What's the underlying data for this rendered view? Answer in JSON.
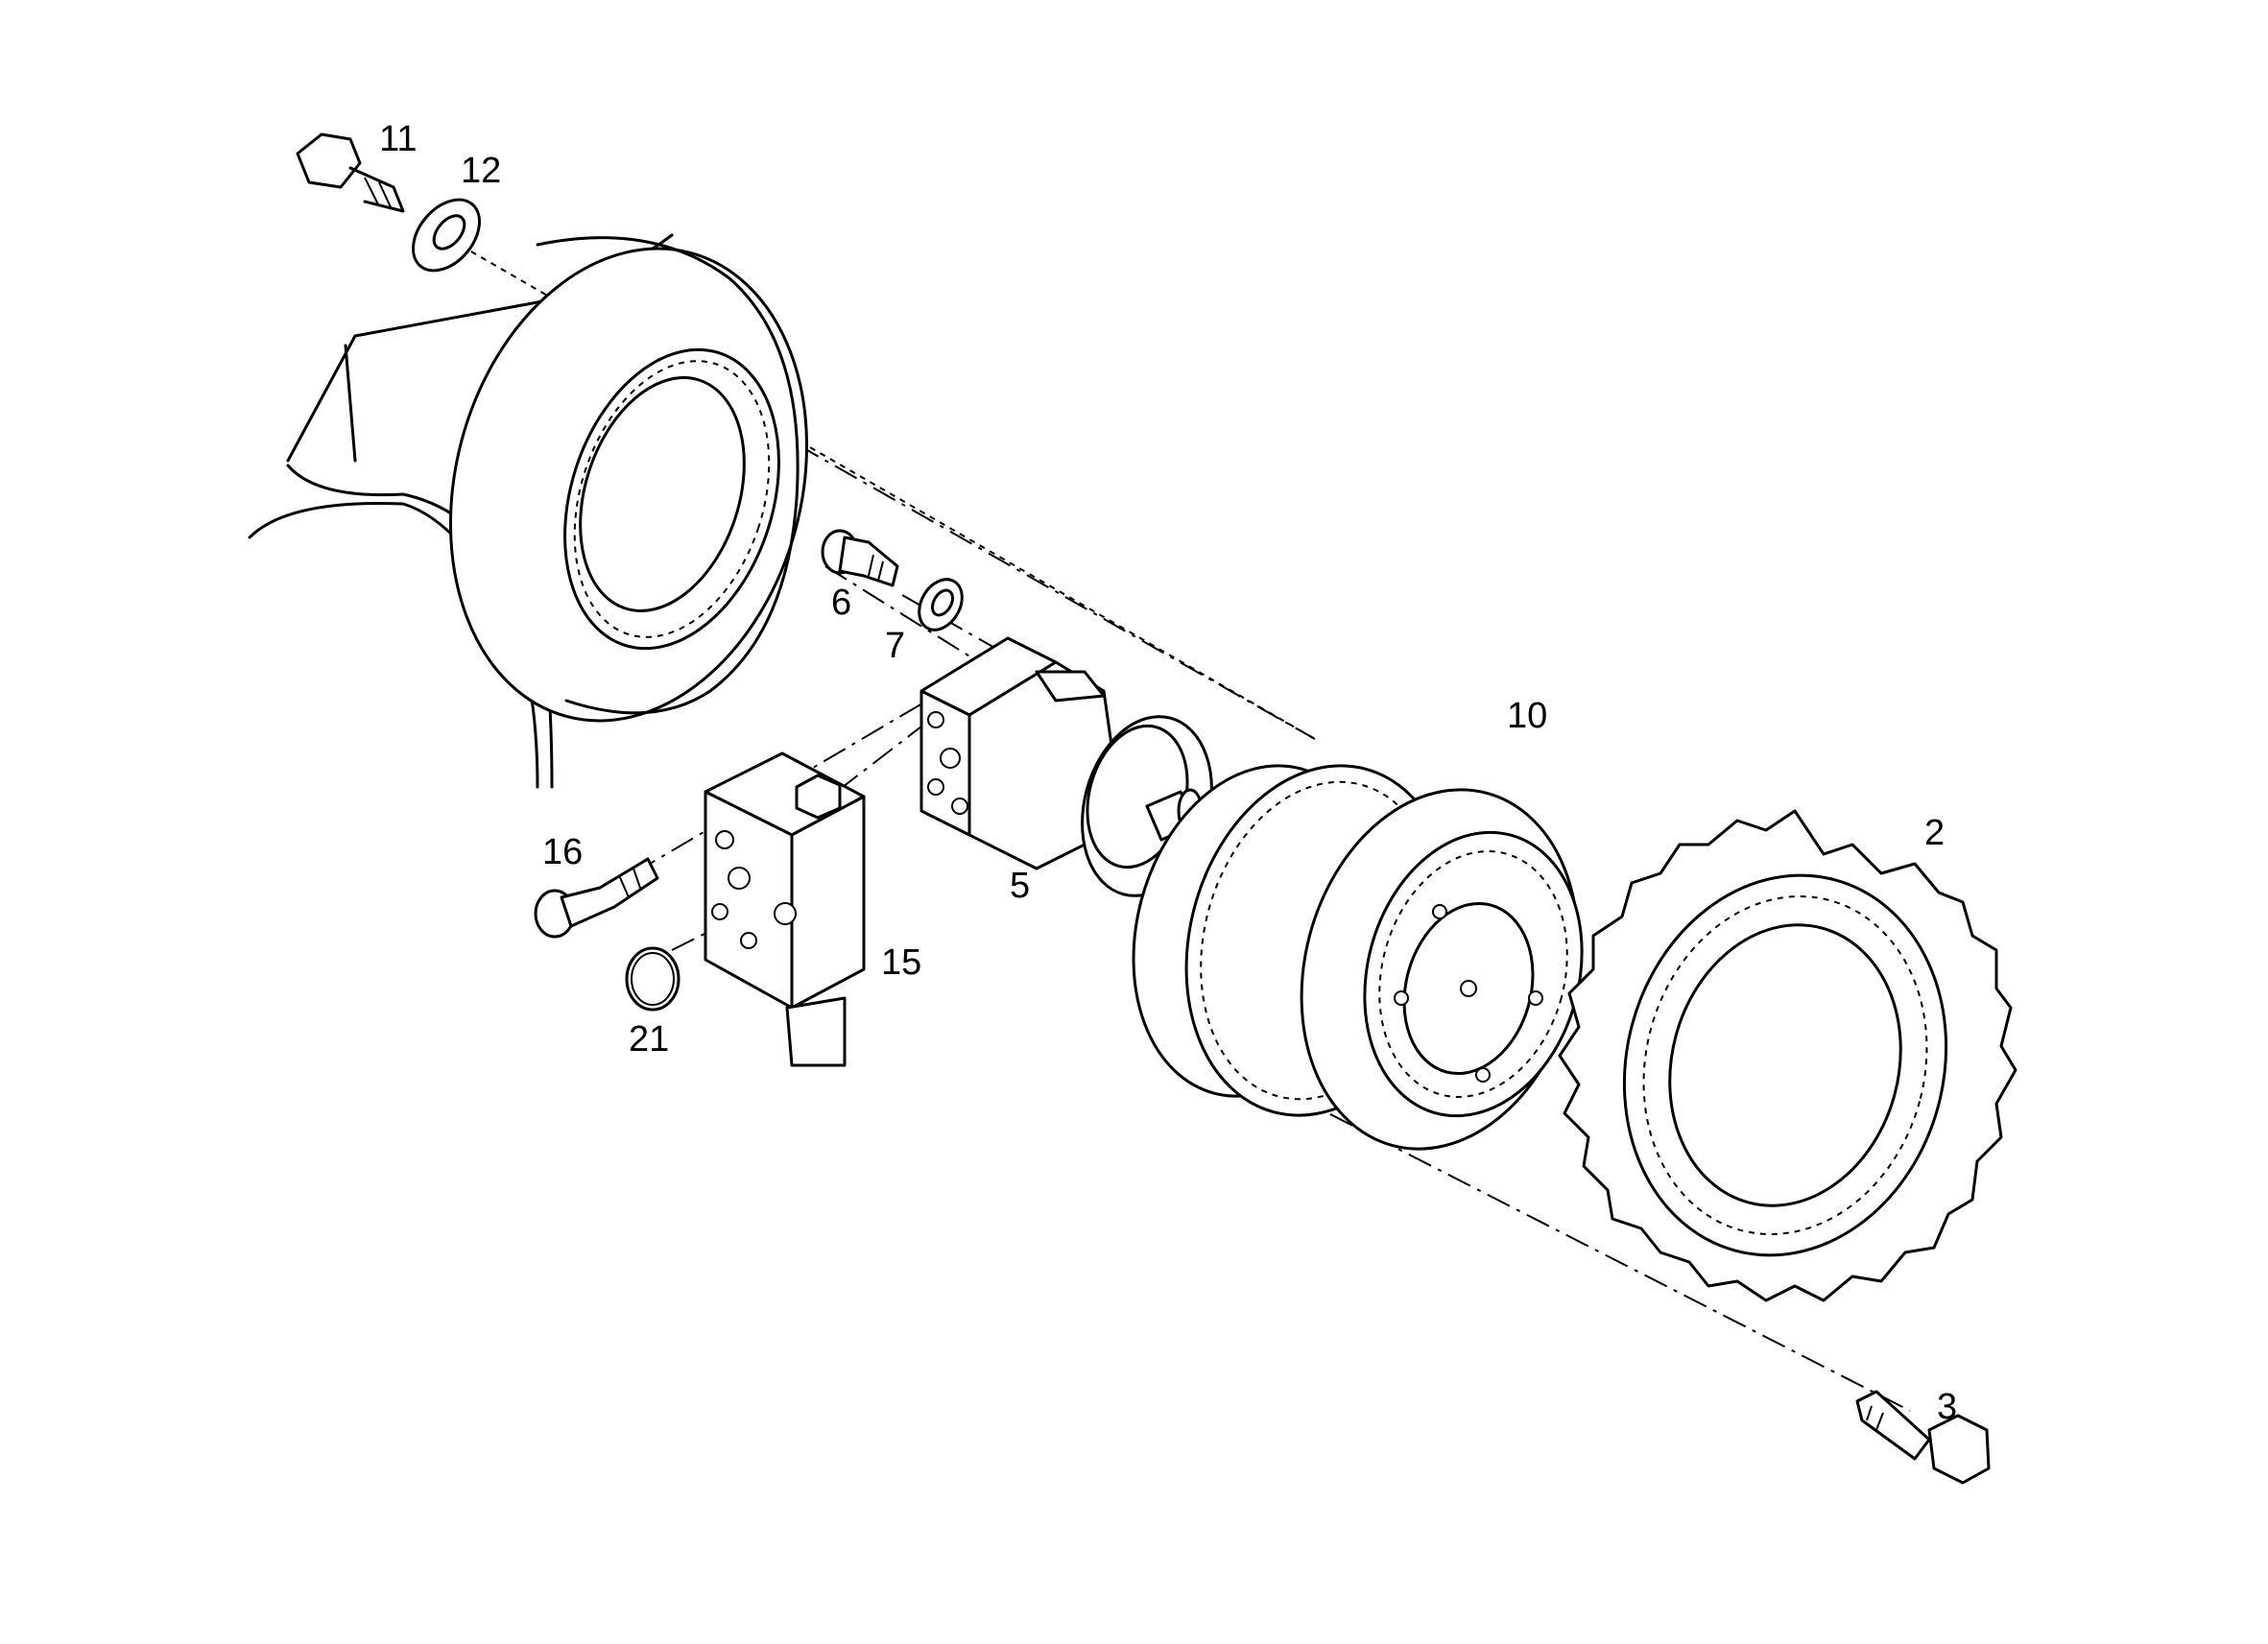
{
  "diagram": {
    "type": "exploded-parts-drawing",
    "callouts": [
      {
        "id": "11",
        "text": "11",
        "part": "hex-bolt"
      },
      {
        "id": "12",
        "text": "12",
        "part": "washer"
      },
      {
        "id": "6",
        "text": "6",
        "part": "socket-screw"
      },
      {
        "id": "7",
        "text": "7",
        "part": "washer"
      },
      {
        "id": "10",
        "text": "10",
        "part": "final-drive-housing"
      },
      {
        "id": "5",
        "text": "5",
        "part": "hydraulic-travel-motor"
      },
      {
        "id": "2",
        "text": "2",
        "part": "sprocket"
      },
      {
        "id": "16",
        "text": "16",
        "part": "socket-head-screw"
      },
      {
        "id": "15",
        "text": "15",
        "part": "valve-block"
      },
      {
        "id": "21",
        "text": "21",
        "part": "o-ring"
      },
      {
        "id": "3",
        "text": "3",
        "part": "hex-bolt"
      }
    ]
  }
}
